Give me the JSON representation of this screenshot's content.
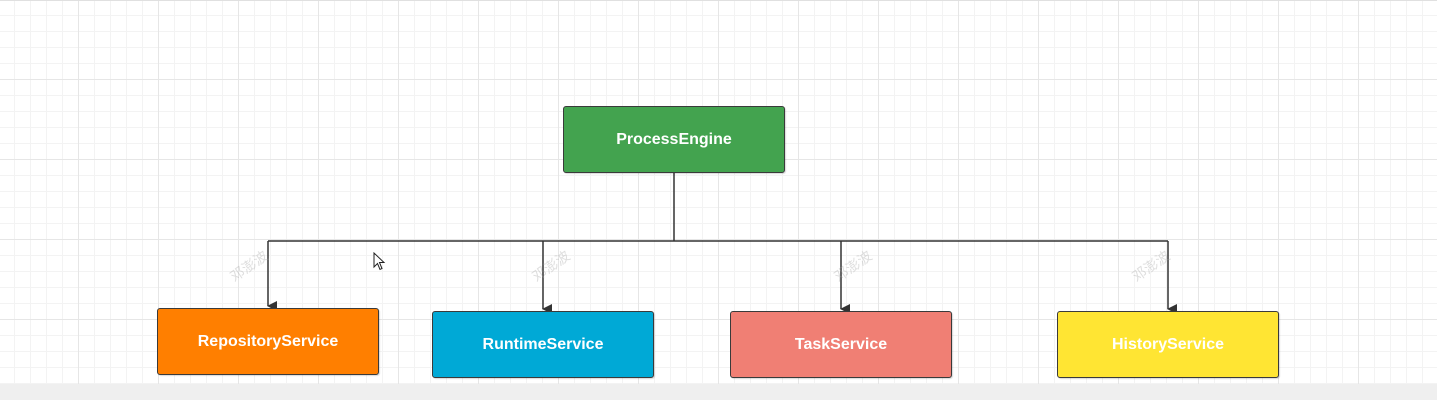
{
  "diagram": {
    "root": {
      "label": "ProcessEngine",
      "color": "#43a34f"
    },
    "children": [
      {
        "label": "RepositoryService",
        "color": "#ff7f00"
      },
      {
        "label": "RuntimeService",
        "color": "#00a9d6"
      },
      {
        "label": "TaskService",
        "color": "#f07f74"
      },
      {
        "label": "HistoryService",
        "color": "#ffe533"
      }
    ],
    "edge_color": "#333333"
  },
  "watermark_text": "邓澎波"
}
